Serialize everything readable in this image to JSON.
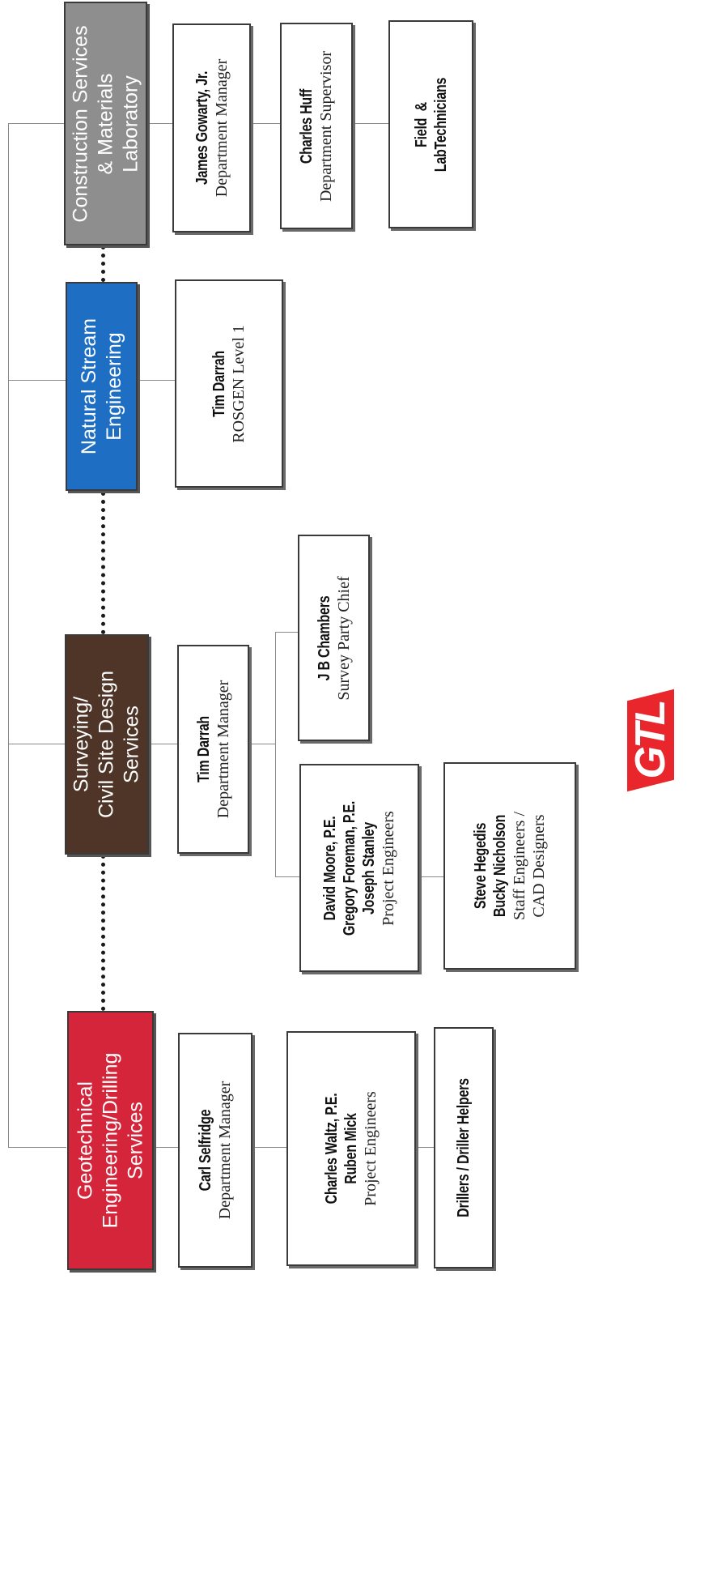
{
  "departments": {
    "construction": {
      "name": "Construction Services & Materials Laboratory",
      "lines": [
        "Construction Services",
        "& Materials",
        "Laboratory"
      ],
      "color": "#8e8e8e"
    },
    "natural_stream": {
      "name": "Natural Stream Engineering",
      "lines": [
        "Natural Stream",
        "Engineering"
      ],
      "color": "#1e6fc4"
    },
    "surveying": {
      "name": "Surveying/ Civil Site Design Services",
      "lines": [
        "Surveying/",
        "Civil Site Design",
        "Services"
      ],
      "color": "#4e3528"
    },
    "geotechnical": {
      "name": "Geotechnical Engineering/Drilling Services",
      "lines": [
        "Geotechnical",
        "Engineering/Drilling",
        "Services"
      ],
      "color": "#d5253a"
    }
  },
  "staff": {
    "gowarty": {
      "name": "James Gowarty, Jr.",
      "role": "Department Manager"
    },
    "huff": {
      "name": "Charles Huff",
      "role": "Department Supervisor"
    },
    "field": {
      "line1": "Field  &",
      "line2": "LabTechnicians"
    },
    "darrah_rosgen": {
      "name": "Tim Darrah",
      "role": "ROSGEN Level 1"
    },
    "darrah_survey": {
      "name": "Tim Darrah",
      "role": "Department Manager"
    },
    "chambers": {
      "name": "J B Chambers",
      "role": "Survey Party Chief"
    },
    "project_eng_survey": {
      "names": [
        "David Moore, P.E.",
        "Gregory Foreman, P.E.",
        "Joseph Stanley"
      ],
      "role": "Project Engineers"
    },
    "staff_eng": {
      "names": [
        "Steve Hegedis",
        "Bucky Nicholson"
      ],
      "roles": [
        "Staff Engineers /",
        "CAD Designers"
      ]
    },
    "selfridge": {
      "name": "Carl Selfridge",
      "role": "Department Manager"
    },
    "project_eng_geo": {
      "names": [
        "Charles Waltz, P.E.",
        "Ruben Mick"
      ],
      "role": "Project Engineers"
    },
    "drillers": {
      "name": "Drillers / Driller Helpers"
    }
  },
  "logo": {
    "text": "GTL",
    "color": "#e8262b"
  }
}
